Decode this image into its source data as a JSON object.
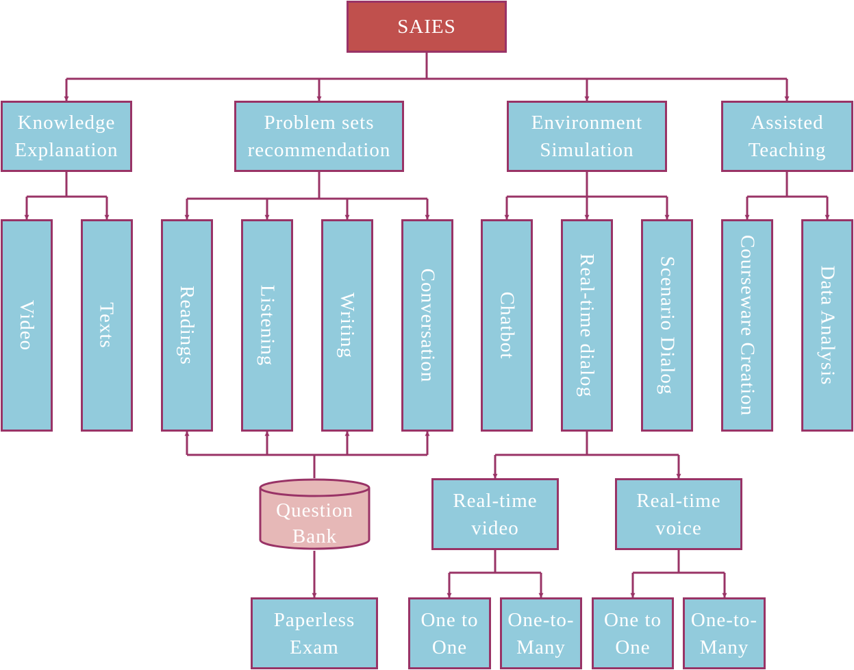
{
  "diagram": {
    "root": {
      "label": "SAIES",
      "color": "#c0504d"
    },
    "colors": {
      "node_fill": "#92cbdc",
      "node_border": "#993366",
      "edge": "#993366",
      "database_fill": "#e6b8b7",
      "text": "#ffffff"
    },
    "categories": [
      {
        "label": "Knowledge\nExplanation",
        "children": [
          "Video",
          "Texts"
        ]
      },
      {
        "label": "Problem sets\nrecommendation",
        "children": [
          "Readings",
          "Listening",
          "Writing",
          "Conversation"
        ]
      },
      {
        "label": "Environment\nSimulation",
        "children": [
          "Chatbot",
          "Real-time dialog",
          "Scenario Dialog"
        ]
      },
      {
        "label": "Assisted\nTeaching",
        "children": [
          "Courseware Creation",
          "Data Analysis"
        ]
      }
    ],
    "question_bank": {
      "label": "Question\nBank",
      "feeds": [
        "Readings",
        "Listening",
        "Writing",
        "Conversation"
      ],
      "output": "Paperless\nExam"
    },
    "realtime_dialog": [
      {
        "label": "Real-time\nvideo",
        "children": [
          "One to\nOne",
          "One-to-\nMany"
        ]
      },
      {
        "label": "Real-time\nvoice",
        "children": [
          "One to\nOne",
          "One-to-\nMany"
        ]
      }
    ]
  }
}
